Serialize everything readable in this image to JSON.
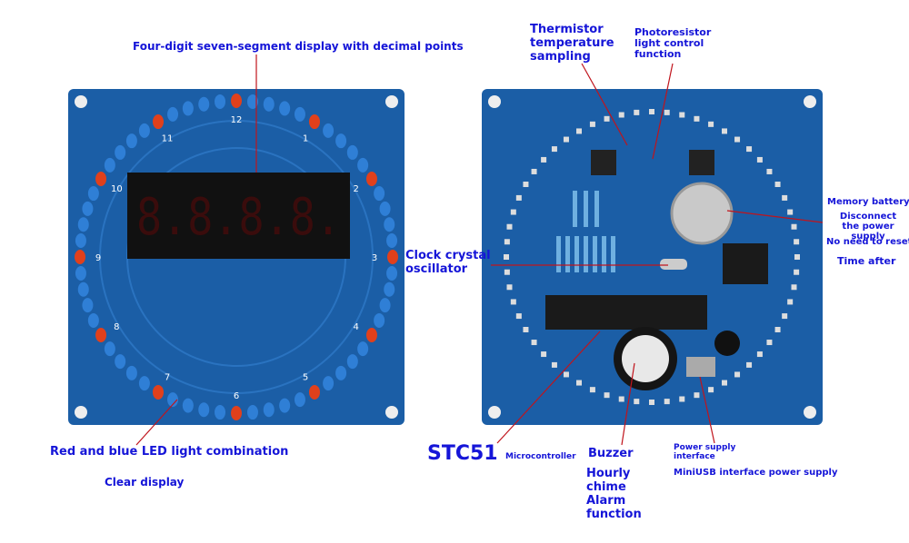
{
  "labels": {
    "display": "Four-digit seven-segment display with decimal points",
    "led": "Red and blue LED light combination",
    "clear": "Clear display",
    "thermistor": "Thermistor temperature sampling",
    "photoresistor": "Photoresistor light control function",
    "crystal": "Clock crystal oscillator",
    "memory": "Memory battery",
    "disconnect": "Disconnect the power supply",
    "noreset": "No need to reset",
    "timeafter": "Time after",
    "stc": "STC51",
    "micro": "Microcontroller",
    "buzzer": "Buzzer",
    "chime": "Hourly chime Alarm function",
    "power": "Power supply interface",
    "miniusb": "MiniUSB interface power supply"
  },
  "clock_numbers": [
    "12",
    "1",
    "2",
    "3",
    "4",
    "5",
    "6",
    "7",
    "8",
    "9",
    "10",
    "11"
  ],
  "display_digits": "8.8.8.8.",
  "colors": {
    "pcb": "#1b5ea6",
    "led_blue": "#2f7fd6",
    "led_red": "#e0401c",
    "label": "#1515d8",
    "line": "#c0141c"
  }
}
